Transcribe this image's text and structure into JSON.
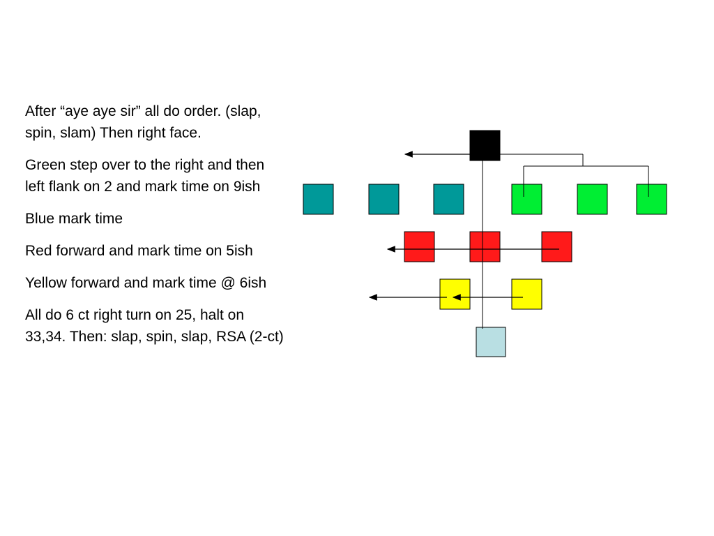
{
  "slide": {
    "notes": [
      "After “aye aye sir” all do order. (slap, spin, slam) Then right face.",
      "Green step over to the right and then left flank on 2 and mark time on 9ish",
      "Blue mark time",
      "Red forward and mark time on 5ish",
      "Yellow forward and mark time @ 6ish",
      "All do 6 ct right turn on 25, halt on 33,34. Then: slap, spin, slap, RSA (2-ct)"
    ]
  },
  "diagram": {
    "colors": {
      "leader": "#000000",
      "blue": "#009999",
      "green": "#00ee33",
      "red": "#ff1a1a",
      "yellow": "#ffff00",
      "anchor": "#b9dfe3",
      "outline": "#000000"
    },
    "formation": {
      "leader_row": [
        "leader"
      ],
      "second_row": [
        "blue",
        "blue",
        "blue",
        "green",
        "green",
        "green"
      ],
      "third_row": [
        "red",
        "red",
        "red"
      ],
      "fourth_row": [
        "yellow",
        "yellow"
      ],
      "back_row": [
        "anchor"
      ]
    }
  }
}
